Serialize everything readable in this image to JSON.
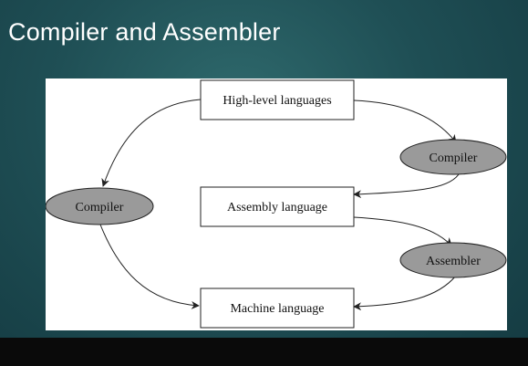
{
  "slide": {
    "title": "Compiler and Assembler"
  },
  "diagram": {
    "boxes": {
      "high_level": "High-level languages",
      "assembly": "Assembly language",
      "machine": "Machine language"
    },
    "ellipses": {
      "compiler_left": "Compiler",
      "compiler_right": "Compiler",
      "assembler_right": "Assembler"
    },
    "colors": {
      "ellipse_fill": "#9a9a9a",
      "panel_background": "#ffffff",
      "slide_background": "#1f4f55"
    }
  }
}
